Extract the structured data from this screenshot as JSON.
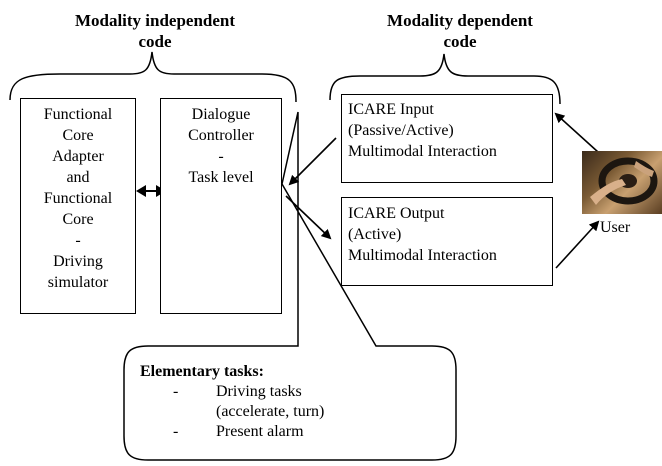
{
  "headers": {
    "independent": [
      "Modality independent",
      "code"
    ],
    "dependent": [
      "Modality dependent",
      "code"
    ]
  },
  "boxes": {
    "functional_core": [
      "Functional",
      "Core",
      "Adapter",
      "and",
      "Functional",
      "Core",
      "-",
      "Driving",
      "simulator"
    ],
    "dialogue_controller": [
      "Dialogue",
      "Controller",
      "-",
      "Task level"
    ],
    "icare_input": [
      "ICARE Input",
      "(Passive/Active)",
      "Multimodal Interaction"
    ],
    "icare_output": [
      "ICARE Output",
      "(Active)",
      "Multimodal Interaction"
    ]
  },
  "user_label": "User",
  "elementary_tasks": {
    "title": "Elementary tasks:",
    "items": [
      {
        "dash": "-",
        "lines": [
          "Driving tasks",
          "(accelerate, turn)"
        ]
      },
      {
        "dash": "-",
        "lines": [
          "Present alarm"
        ]
      }
    ]
  },
  "colors": {
    "line": "#000000",
    "background": "#ffffff"
  }
}
